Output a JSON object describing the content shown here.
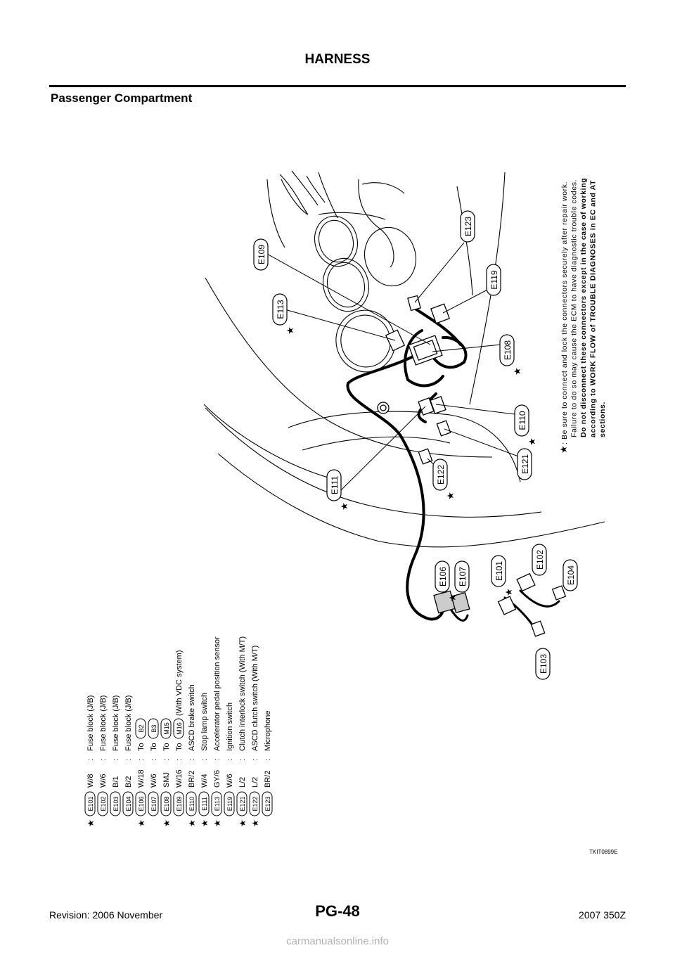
{
  "header": {
    "title": "HARNESS",
    "section": "Passenger Compartment"
  },
  "figure_id": "TKIT0899E",
  "diagram_labels": [
    "E109",
    "E113",
    "E123",
    "E119",
    "E108",
    "E110",
    "E121",
    "E122",
    "E111",
    "E106",
    "E107",
    "E101",
    "E102",
    "E104",
    "E103"
  ],
  "note": {
    "star": "★",
    "lines": [
      ": Be sure to connect and lock the connectors securely after repair work.",
      "Failure to do so may cause the ECM to have diagnostic trouble codes.",
      "Do not disconnect these connectors except in the case of working",
      "according to WORK FLOW of TROUBLE DIAGNOSES in EC and AT",
      "sections."
    ]
  },
  "legend": [
    {
      "star": true,
      "code": "E101",
      "wire": "W/8",
      "desc": "Fuse  block  (J/B)"
    },
    {
      "star": false,
      "code": "E102",
      "wire": "W/6",
      "desc": "Fuse  block  (J/B)"
    },
    {
      "star": false,
      "code": "E103",
      "wire": "B/1",
      "desc": "Fuse  block  (J/B)"
    },
    {
      "star": false,
      "code": "E104",
      "wire": "B/2",
      "desc": "Fuse  block  (J/B)"
    },
    {
      "star": true,
      "code": "E106",
      "wire": "W/18",
      "desc": "To",
      "ref": "B2",
      "suffix": ""
    },
    {
      "star": false,
      "code": "E107",
      "wire": "W/6",
      "desc": "To",
      "ref": "B3",
      "suffix": ""
    },
    {
      "star": true,
      "code": "E108",
      "wire": "SMJ",
      "desc": "To",
      "ref": "M15",
      "suffix": ""
    },
    {
      "star": false,
      "code": "E109",
      "wire": "W/16",
      "desc": "To",
      "ref": "M16",
      "suffix": "(With  VDC  system)"
    },
    {
      "star": true,
      "code": "E110",
      "wire": "BR/2",
      "desc": "ASCD  brake  switch"
    },
    {
      "star": true,
      "code": "E111",
      "wire": "W/4",
      "desc": "Stop  lamp  switch"
    },
    {
      "star": true,
      "code": "E113",
      "wire": "GY/6",
      "desc": "Accelerator  pedal  position  sensor"
    },
    {
      "star": false,
      "code": "E119",
      "wire": "W/6",
      "desc": "Ignition  switch"
    },
    {
      "star": true,
      "code": "E121",
      "wire": "L/2",
      "desc": "Clutch  interlock  switch  (With  M/T)"
    },
    {
      "star": true,
      "code": "E122",
      "wire": "L/2",
      "desc": "ASCD  clutch  switch  (With  M/T)"
    },
    {
      "star": false,
      "code": "E123",
      "wire": "BR/2",
      "desc": "Microphone"
    }
  ],
  "footer": {
    "revision": "Revision: 2006 November",
    "page": "PG-48",
    "model": "2007 350Z"
  },
  "watermark": "carmanualsonline.info"
}
